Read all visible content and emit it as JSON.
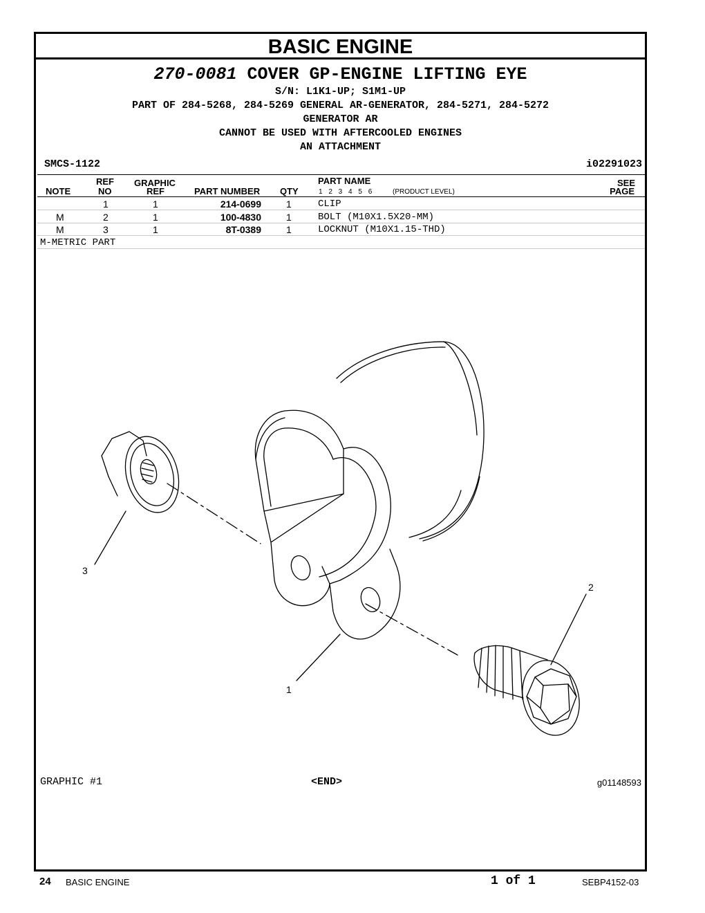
{
  "section_title": "BASIC ENGINE",
  "title": {
    "part_number": "270-0081",
    "description": "COVER GP-ENGINE LIFTING EYE"
  },
  "subtitle_lines": [
    "S/N: L1K1-UP; S1M1-UP",
    "PART OF 284-5268, 284-5269 GENERAL AR-GENERATOR, 284-5271, 284-5272",
    "GENERATOR AR",
    "CANNOT BE USED WITH AFTERCOOLED ENGINES",
    "AN ATTACHMENT"
  ],
  "smcs": "SMCS-1122",
  "illustration_id": "i02291023",
  "table": {
    "headers": {
      "note": "NOTE",
      "ref_top": "REF",
      "ref_bottom": "NO",
      "graphic_top": "GRAPHIC",
      "graphic_bottom": "REF",
      "part_number": "PART NUMBER",
      "qty": "QTY",
      "part_name": "PART NAME",
      "levels": "1 2 3 4 5 6",
      "product_level": "(PRODUCT LEVEL)",
      "see_top": "SEE",
      "see_bottom": "PAGE"
    },
    "rows": [
      {
        "note": "",
        "ref": "1",
        "graphic": "1",
        "part_number": "214-0699",
        "qty": "1",
        "name": "CLIP"
      },
      {
        "note": "M",
        "ref": "2",
        "graphic": "1",
        "part_number": "100-4830",
        "qty": "1",
        "name": "BOLT (M10X1.5X20-MM)"
      },
      {
        "note": "M",
        "ref": "3",
        "graphic": "1",
        "part_number": "8T-0389",
        "qty": "1",
        "name": "LOCKNUT (M10X1.15-THD)"
      }
    ],
    "footnote": "M-METRIC PART"
  },
  "callouts": [
    "1",
    "2",
    "3"
  ],
  "graphic_label": "GRAPHIC #1",
  "end_marker": "<END>",
  "graphic_id": "g01148593",
  "footer": {
    "page_number": "24",
    "section": "BASIC ENGINE",
    "page_of": "1 of 1",
    "document_id": "SEBP4152-03"
  }
}
